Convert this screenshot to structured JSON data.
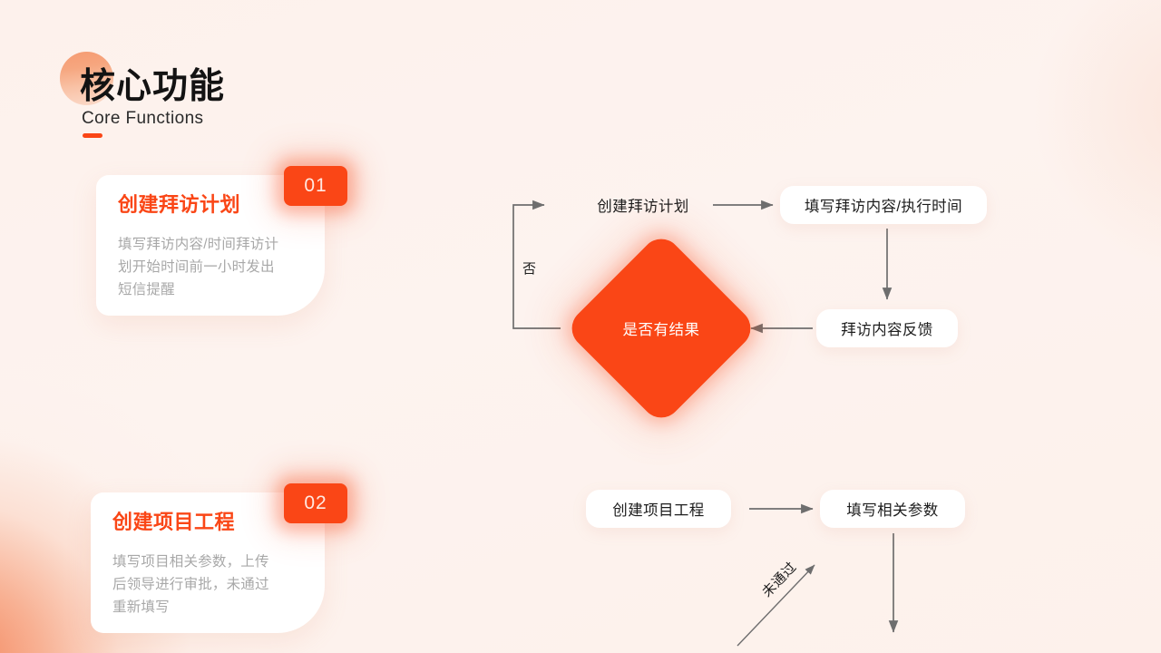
{
  "theme": {
    "accent": "#fa4616",
    "background": "#fdf2ed",
    "card_bg": "#ffffff",
    "muted_text": "#a8a8a8",
    "connector": "#6e6e6e"
  },
  "header": {
    "title_cn": "核心功能",
    "title_en": "Core Functions"
  },
  "cards": [
    {
      "badge": "01",
      "title": "创建拜访计划",
      "description": "填写拜访内容/时间拜访计划开始时间前一小时发出短信提醒"
    },
    {
      "badge": "02",
      "title": "创建项目工程",
      "description": "填写项目相关参数，上传后领导进行审批，未通过重新填写"
    }
  ],
  "flows": [
    {
      "id": "visit-plan-flow",
      "nodes": [
        {
          "id": "create-visit-plan",
          "label": "创建拜访计划",
          "style": "plain"
        },
        {
          "id": "fill-visit-content",
          "label": "填写拜访内容/执行时间",
          "style": "box"
        },
        {
          "id": "visit-feedback",
          "label": "拜访内容反馈",
          "style": "box"
        },
        {
          "id": "has-result",
          "label": "是否有结果",
          "style": "diamond"
        }
      ],
      "edge_labels": [
        {
          "id": "no-branch",
          "label": "否"
        }
      ]
    },
    {
      "id": "project-flow",
      "nodes": [
        {
          "id": "create-project",
          "label": "创建项目工程",
          "style": "box"
        },
        {
          "id": "fill-params",
          "label": "填写相关参数",
          "style": "box"
        }
      ],
      "edge_labels": [
        {
          "id": "rejected-branch",
          "label": "未通过"
        }
      ]
    }
  ]
}
